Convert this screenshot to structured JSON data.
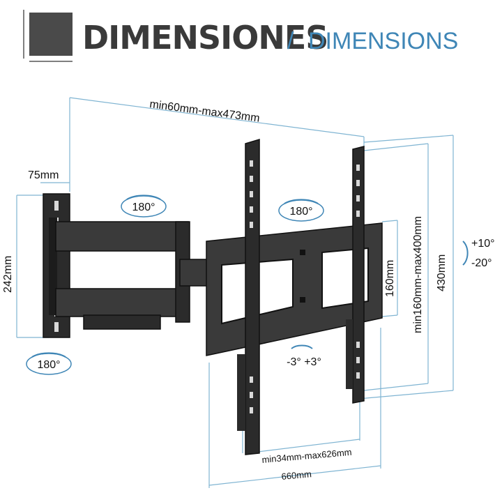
{
  "header": {
    "title_es": "DIMENSIONES",
    "separator": "/",
    "title_en": "DIMENSIONS"
  },
  "dimensions": {
    "width_range": "min60mm-max473mm",
    "wall_plate_width": "75mm",
    "wall_plate_height": "242mm",
    "vesa_v_small": "160mm",
    "vesa_v_range": "min160mm-max400mm",
    "bracket_height": "430mm",
    "vesa_h_range": "min34mm-max626mm",
    "bracket_width": "660mm"
  },
  "rotations": {
    "arm_swivel": "180°",
    "head_swivel": "180°",
    "wall_swivel": "180°",
    "level": "-3° +3°",
    "tilt_up": "+10°",
    "tilt_down": "-20°"
  },
  "colors": {
    "accent": "#3f86b6",
    "dimension_line": "#7fb4d2",
    "metal": "#2b2b2b"
  }
}
